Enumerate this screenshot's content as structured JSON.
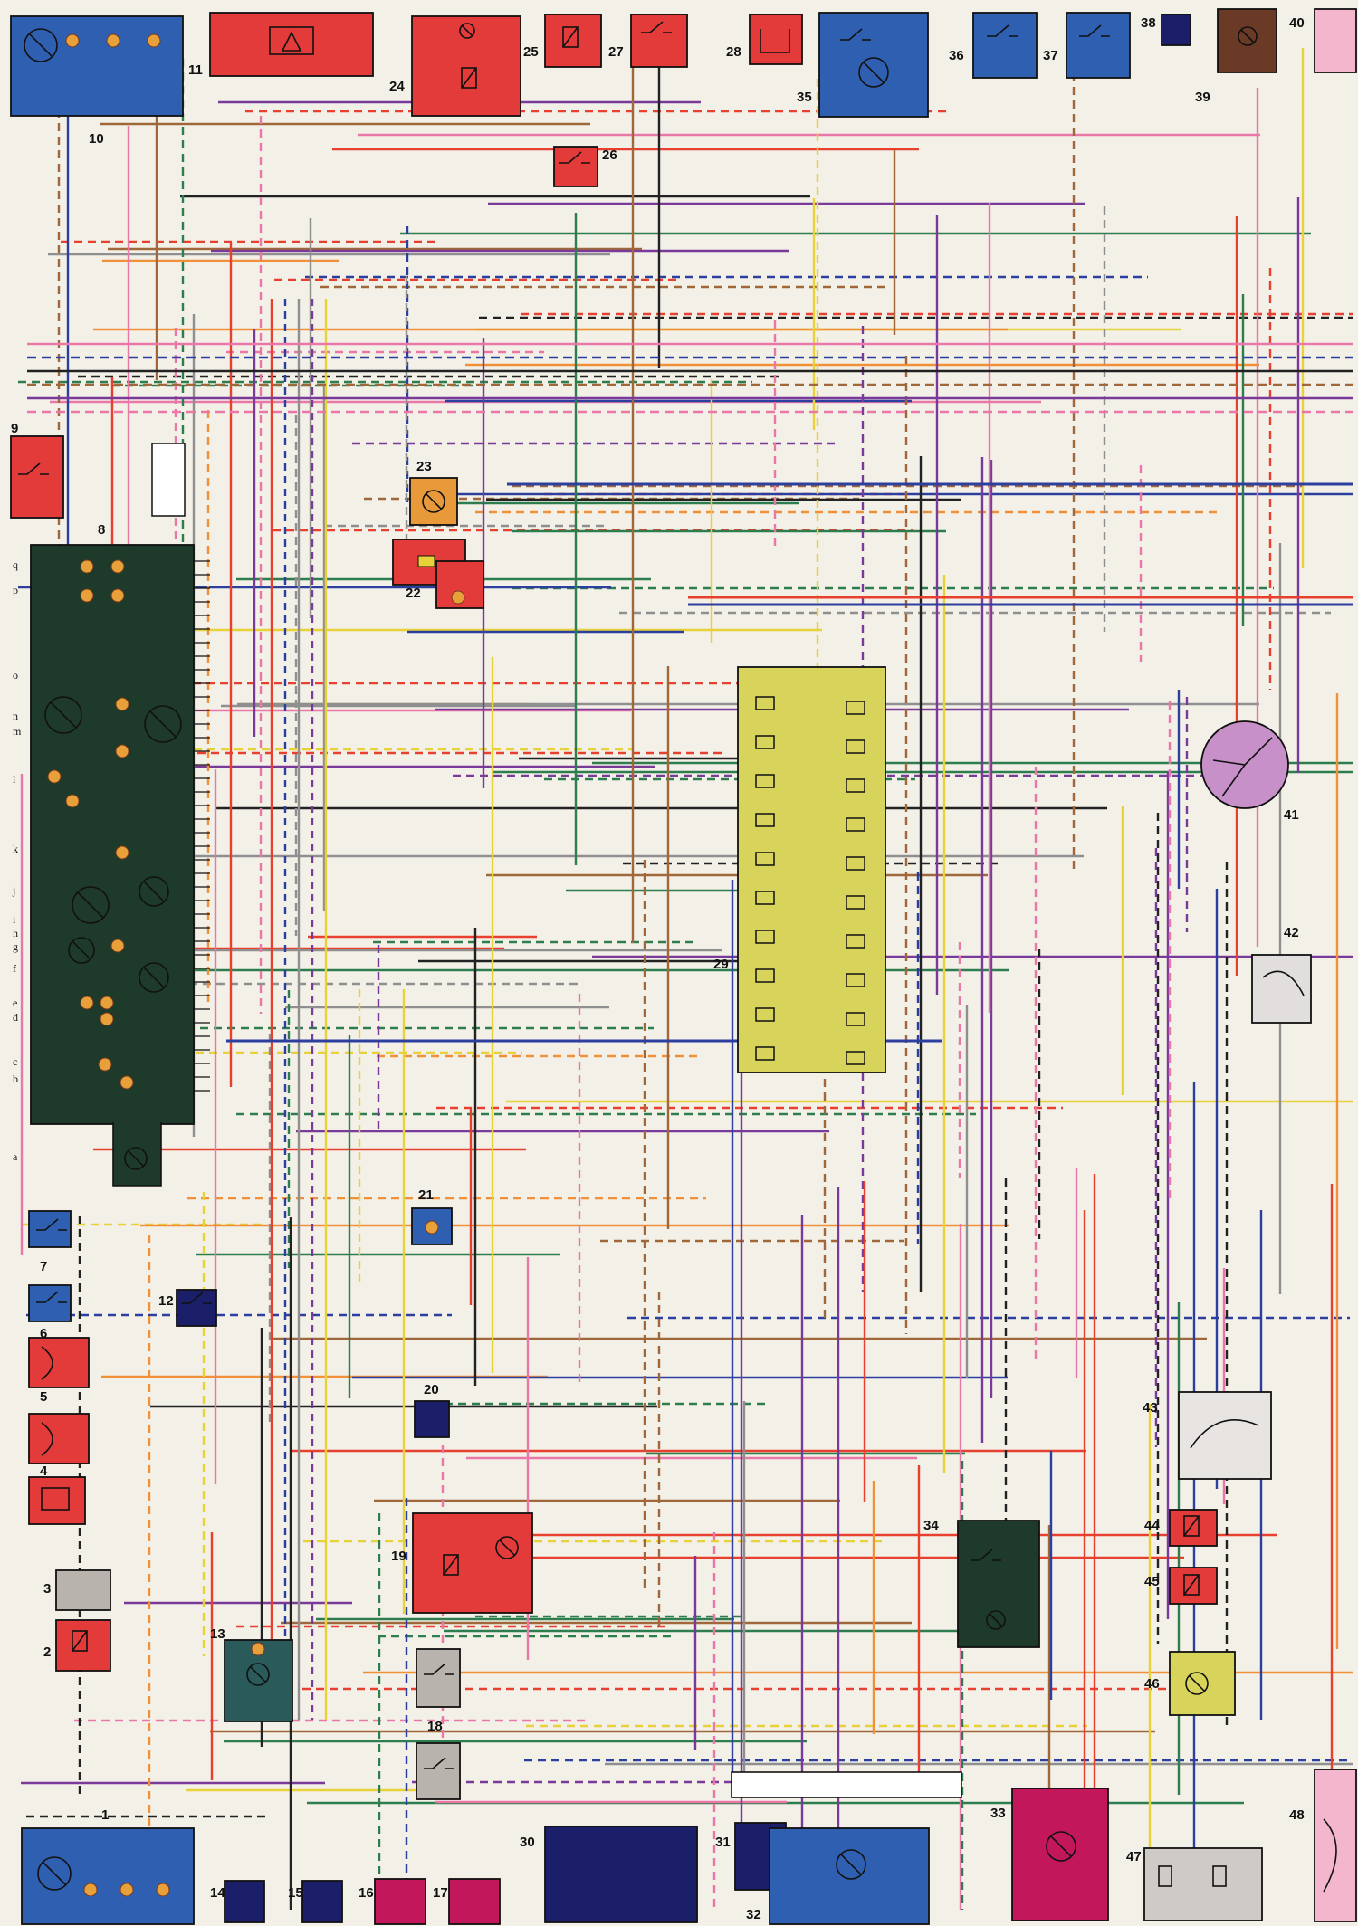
{
  "diagram": {
    "component_numbers": [
      "1",
      "2",
      "3",
      "4",
      "5",
      "6",
      "7",
      "8",
      "9",
      "10",
      "11",
      "12",
      "13",
      "14",
      "15",
      "16",
      "17",
      "18",
      "19",
      "20",
      "21",
      "22",
      "23",
      "24",
      "25",
      "26",
      "27",
      "28",
      "29",
      "30",
      "31",
      "32",
      "33",
      "34",
      "35",
      "36",
      "37",
      "38",
      "39",
      "40",
      "41",
      "42",
      "43",
      "44",
      "45",
      "46",
      "47",
      "48"
    ],
    "connector_row_letters": [
      "q",
      "p",
      "o",
      "n",
      "m",
      "l",
      "k",
      "j",
      "i",
      "h",
      "g",
      "f",
      "e",
      "d",
      "c",
      "b",
      "a"
    ]
  },
  "colors": {
    "background": "#f3f0e8",
    "blue_block": "#2f5fb0",
    "red_block": "#e33a3a",
    "dark_green_block": "#1e3a2a",
    "fuse_block_yellow": "#d8d35a",
    "navy_block": "#1b1f6a",
    "orange_block": "#e89a3a",
    "gray_block": "#b9b3ad",
    "magenta_block": "#c2185b",
    "brown_block": "#6b3a26",
    "pink_block": "#f3b6cc",
    "wire_red": "#e8402e",
    "wire_pink": "#e978a8",
    "wire_yellow": "#e8d23a",
    "wire_blue": "#2c3e9e",
    "wire_green": "#2e7d4e",
    "wire_black": "#222222",
    "wire_gray": "#8f8f8f",
    "wire_brown": "#a0673b",
    "wire_orange": "#f0913a",
    "wire_purple": "#7a3a9a"
  }
}
